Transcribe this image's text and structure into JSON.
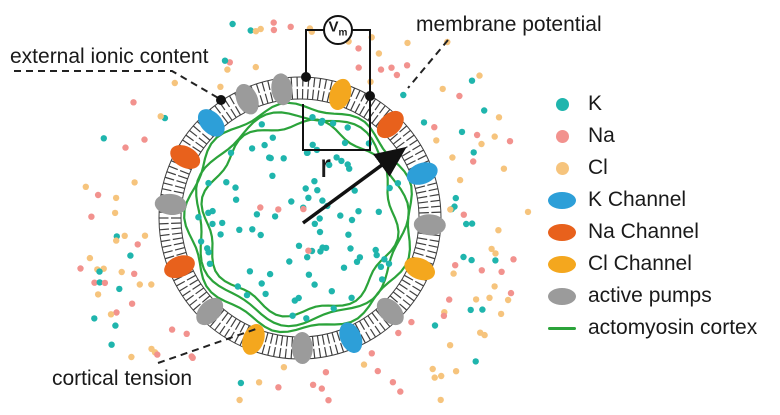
{
  "labels": {
    "external_ionic_content": "external ionic content",
    "membrane_potential": "membrane potential",
    "cortical_tension": "cortical tension",
    "radius": "r"
  },
  "voltmeter": {
    "v": "V",
    "sub": "m"
  },
  "legend": {
    "items": [
      {
        "label": "K",
        "swatch": "dot",
        "color": "#1fb5ad"
      },
      {
        "label": "Na",
        "swatch": "dot",
        "color": "#f2928e"
      },
      {
        "label": "Cl",
        "swatch": "dot",
        "color": "#f6c47d"
      },
      {
        "label": "K Channel",
        "swatch": "ellipse",
        "color": "#2d9fd8"
      },
      {
        "label": "Na Channel",
        "swatch": "ellipse",
        "color": "#e8611c"
      },
      {
        "label": "Cl Channel",
        "swatch": "ellipse",
        "color": "#f4a71e"
      },
      {
        "label": "active pumps",
        "swatch": "ellipse",
        "color": "#9b9b9b"
      },
      {
        "label": "actomyosin cortex",
        "swatch": "line",
        "color": "#2ba33a"
      }
    ]
  },
  "diagram": {
    "colors": {
      "k_ion": "#1fb5ad",
      "na_ion": "#f2928e",
      "cl_ion": "#f6c47d",
      "k_channel": "#2d9fd8",
      "na_channel": "#e8611c",
      "cl_channel": "#f4a71e",
      "pump": "#9b9b9b",
      "cortex": "#2ba33a",
      "membrane": "#3f3f3f",
      "wire": "#111111",
      "pointer": "#222222"
    },
    "channels": [
      {
        "angle": 98,
        "type": "pump"
      },
      {
        "angle": 72,
        "type": "cl"
      },
      {
        "angle": 46,
        "type": "na"
      },
      {
        "angle": 20,
        "type": "k"
      },
      {
        "angle": -3,
        "type": "pump"
      },
      {
        "angle": -23,
        "type": "cl"
      },
      {
        "angle": -46,
        "type": "pump"
      },
      {
        "angle": -67,
        "type": "k"
      },
      {
        "angle": -89,
        "type": "pump"
      },
      {
        "angle": -111,
        "type": "cl"
      },
      {
        "angle": -134,
        "type": "pump"
      },
      {
        "angle": -158,
        "type": "na"
      },
      {
        "angle": 174,
        "type": "pump"
      },
      {
        "angle": 152,
        "type": "na"
      },
      {
        "angle": 133,
        "type": "k"
      },
      {
        "angle": 114,
        "type": "pump"
      }
    ]
  }
}
